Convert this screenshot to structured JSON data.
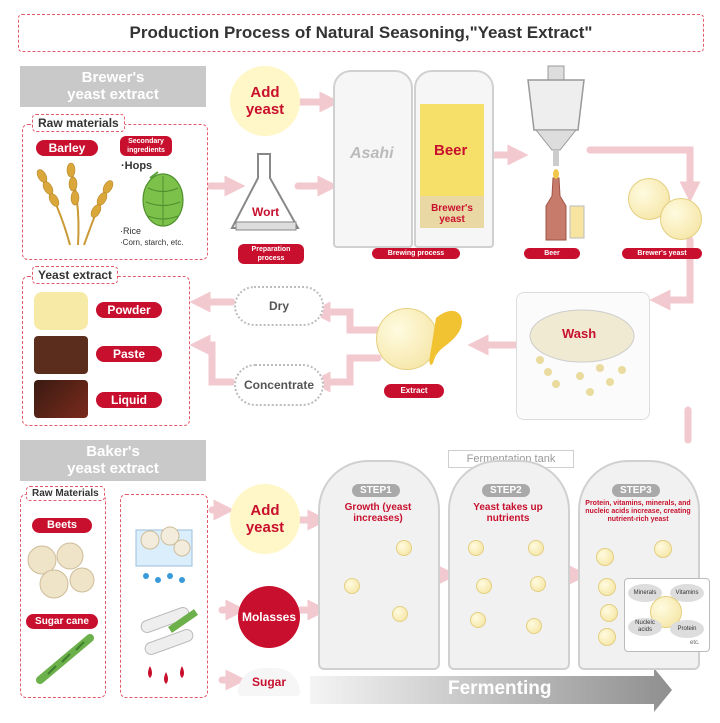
{
  "title": "Production Process of Natural Seasoning,\"Yeast Extract\"",
  "brewers": {
    "banner_line1": "Brewer's",
    "banner_line2": "yeast extract",
    "raw_materials_tag": "Raw materials",
    "barley": "Barley",
    "secondary": "Secondary ingredients",
    "hops": "·Hops",
    "rice": "·Rice",
    "corn": "·Corn, starch, etc.",
    "wort": "Wort",
    "preparation": "Preparation process",
    "add_yeast": "Add yeast",
    "brand": "Asahi",
    "beer_in_tank": "Beer",
    "brewers_yeast_in_tank": "Brewer's yeast",
    "brewing_process": "Brewing process",
    "beer_label": "Beer",
    "brewers_yeast_label": "Brewer's yeast"
  },
  "yeast_extract": {
    "tag": "Yeast extract",
    "powder": "Powder",
    "paste": "Paste",
    "liquid": "Liquid",
    "dry": "Dry",
    "concentrate": "Concentrate",
    "extract": "Extract",
    "wash": "Wash"
  },
  "bakers": {
    "banner_line1": "Baker's",
    "banner_line2": "yeast extract",
    "raw_tag": "Raw Materials",
    "beets": "Beets",
    "sugar_cane": "Sugar cane",
    "add_yeast": "Add yeast",
    "molasses": "Molasses",
    "sugar": "Sugar"
  },
  "fermentation": {
    "tank_label": "Fermentation tank",
    "step1": "STEP1",
    "step1_text": "Growth (yeast increases)",
    "step2": "STEP2",
    "step2_text": "Yeast takes up nutrients",
    "step3": "STEP3",
    "step3_text": "Protein, vitamins, minerals, and nucleic acids increase, creating nutrient-rich yeast",
    "minerals": "Minerals",
    "vitamins": "Vitamins",
    "nucleic": "Nucleic acids",
    "protein": "Protein",
    "etc": "etc.",
    "fermenting": "Fermenting"
  },
  "colors": {
    "accent_red": "#c8102e",
    "dashed_pink": "#e25a6a",
    "arrow_pink": "#f2c9cf",
    "yeast_yellow": "#fff7c7"
  }
}
